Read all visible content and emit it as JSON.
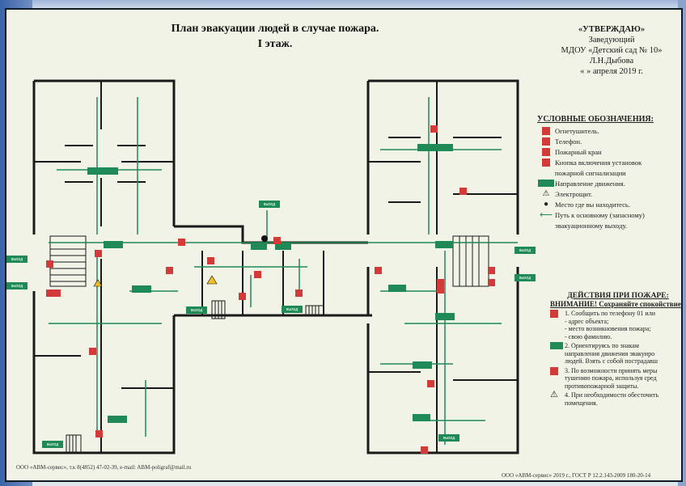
{
  "title": {
    "line1": "План эвакуации людей в случае пожара.",
    "line2": "I этаж."
  },
  "approval": {
    "heading": "«УТВЕРЖДАЮ»",
    "line1": "Заведующий",
    "line2": "МДОУ «Детский сад № 10»",
    "line3": "Л.Н.Дыбова",
    "line4": "« » апреля 2019 г."
  },
  "legend": {
    "heading": "УСЛОВНЫЕ ОБОЗНАЧЕНИЯ:",
    "items": [
      {
        "icon": "fire-extinguisher-icon",
        "label": "Огнетушитель."
      },
      {
        "icon": "phone-icon",
        "label": "Телефон."
      },
      {
        "icon": "fire-hydrant-icon",
        "label": "Пожарный кран"
      },
      {
        "icon": "alarm-button-icon",
        "label": "Кнопка включения установок"
      },
      {
        "icon": "",
        "label": "пожарной сигнализации"
      },
      {
        "icon": "direction-arrow-icon",
        "label": "Направление движения."
      },
      {
        "icon": "electric-panel-icon",
        "label": "Электрощит."
      },
      {
        "icon": "you-are-here-icon",
        "label": "Место где вы находитесь."
      },
      {
        "icon": "evacuation-path-icon",
        "label": "Путь к основному (запасному)"
      },
      {
        "icon": "",
        "label": "эвакуационному выходу."
      }
    ]
  },
  "actions": {
    "heading": "ДЕЙСТВИЯ ПРИ ПОЖАРЕ:",
    "subheading": "ВНИМАНИЕ! Сохраняйте спокойствие",
    "steps": [
      {
        "icon": "phone-icon",
        "lines": [
          "1. Сообщить по телефону 01 или",
          "- адрес объекта;",
          "- место возникновения пожара;",
          "- свою фамилию."
        ]
      },
      {
        "icon": "direction-arrow-icon",
        "lines": [
          "2. Ориентируясь по знакам",
          "направления движения эвакуиро",
          "людей. Взять с собой пострадавш"
        ]
      },
      {
        "icon": "fire-extinguisher-icon",
        "lines": [
          "3. По возможности принять меры",
          "тушению пожара, используя сред",
          "противопожарной защиты."
        ]
      },
      {
        "icon": "electric-panel-icon",
        "lines": [
          "4. При необходимости обесточить",
          "помещения."
        ]
      }
    ]
  },
  "footer": {
    "left": "ООО «АВМ-сервис», т.к 8(4852) 47-02-39, e-mail: ABM-poligraf@mail.ru",
    "right": "ООО «АВМ-сервис» 2019 г., ГОСТ Р 12.2.143-2009 180-20-14"
  },
  "exit_label": "выход",
  "colors": {
    "paper": "#f1f3e6",
    "wall": "#1a1a1a",
    "path": "#1f8a55",
    "exit": "#1f8a55",
    "extinguisher": "#d33a3a"
  }
}
